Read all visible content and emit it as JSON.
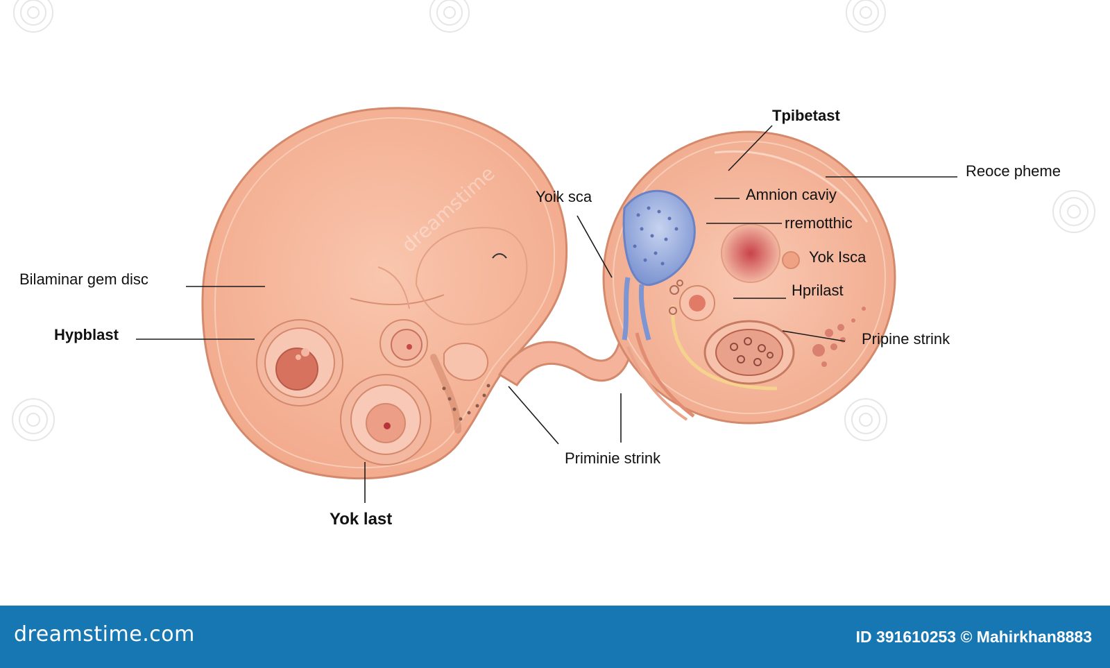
{
  "labels": {
    "bilaminar_germ_disc": "Bilaminar gem disc",
    "hypoblast_left": "Hypblast",
    "yolk_last": "Yok last",
    "yolk_sac_top": "Yoik sca",
    "primitive_streak_center": "Priminie strink",
    "trophoblast": "Tpibetast",
    "reoce_pheme": "Reoce pheme",
    "amnion_cavity": "Amnion caviy",
    "rremotthic": "rremotthic",
    "yolk_sac_right": "Yok Isca",
    "hypoblast_right": "Hprilast",
    "primitive_streak_right": "Pripine strink"
  },
  "footer": {
    "brand": "dreamstime.com",
    "credit": "ID 391610253 © Mahirkhan8883"
  },
  "colors": {
    "embryo_fill": "#f6b79c",
    "embryo_outline": "#d4896c",
    "yolk_blue": "#8fa6db",
    "footer_bg": "#1777b3"
  },
  "icons": {
    "watermark": "dreamstime-swirl-icon"
  }
}
